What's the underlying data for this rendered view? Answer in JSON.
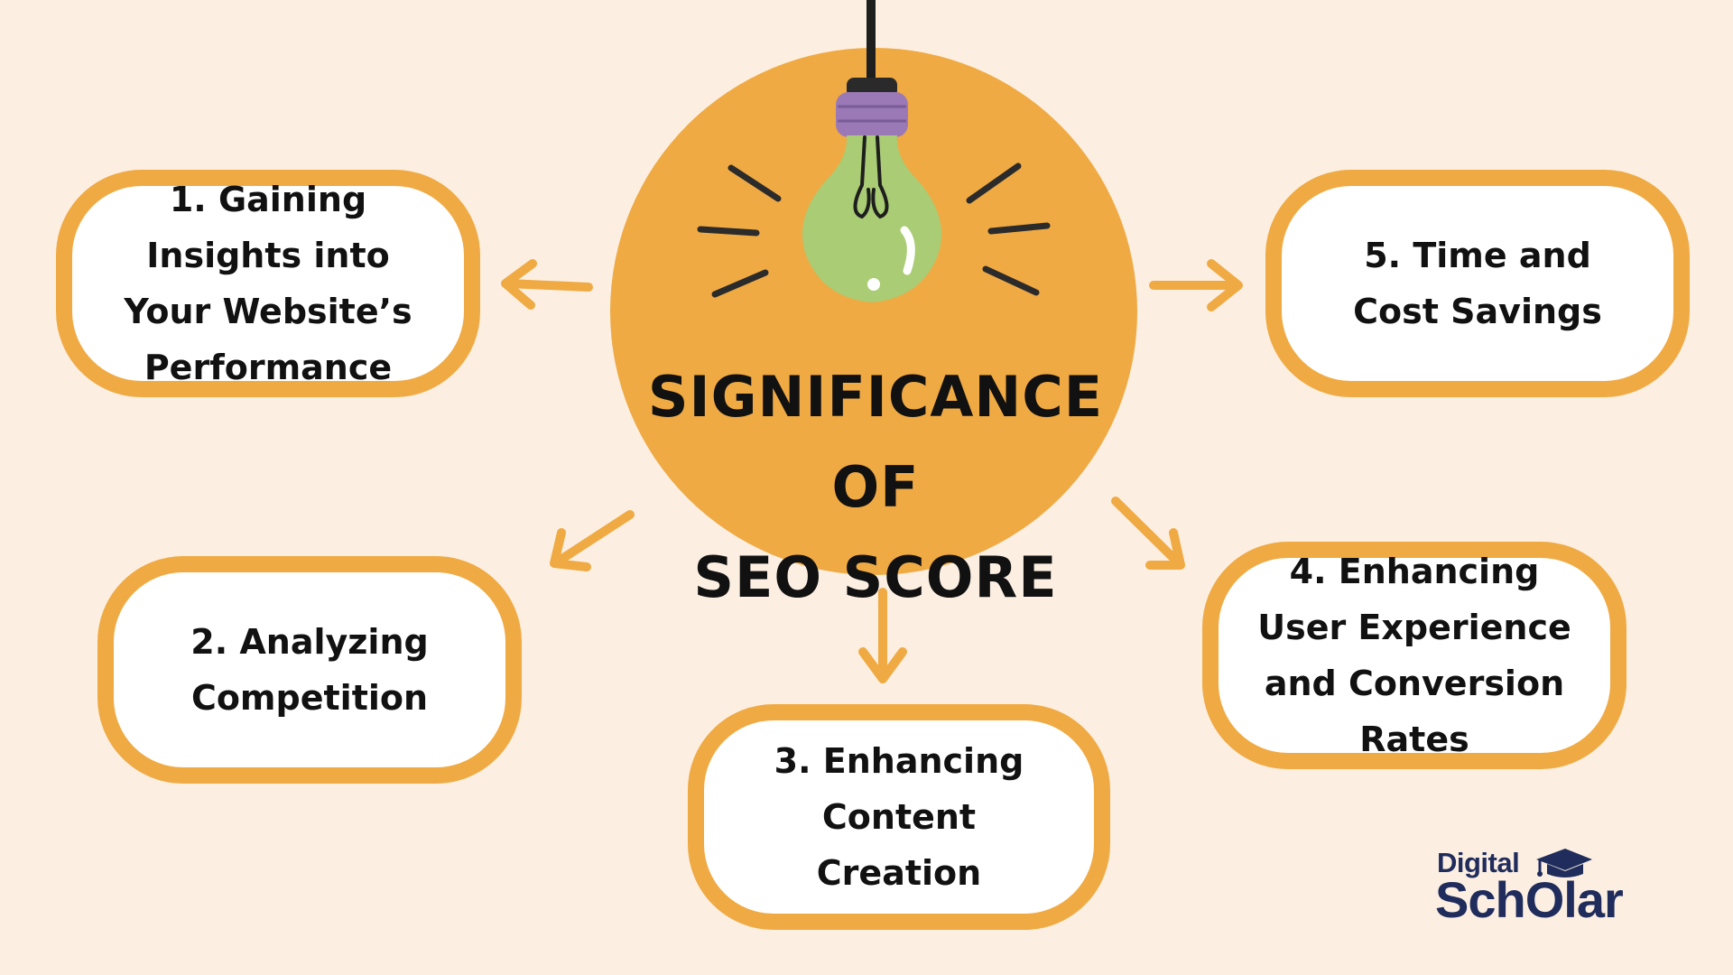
{
  "title": {
    "line1": "Significance of",
    "line2": "SEO Score"
  },
  "items": [
    {
      "label": "1. Gaining Insights into Your Website’s Performance"
    },
    {
      "label": "2. Analyzing Competition"
    },
    {
      "label": "3. Enhancing Content Creation"
    },
    {
      "label": "4. Enhancing User Experience and Conversion Rates"
    },
    {
      "label": "5. Time and Cost Savings"
    }
  ],
  "logo": {
    "top": "Digital",
    "bottom": "SchOlar"
  },
  "colors": {
    "background": "#fcefe2",
    "accent": "#f0aa43",
    "bulb": "#a9cc74",
    "socket": "#9a79b6",
    "text": "#111111",
    "logo": "#1f2c5c"
  },
  "icons": [
    "light-bulb-icon",
    "arrow-icon",
    "graduation-cap-icon"
  ]
}
